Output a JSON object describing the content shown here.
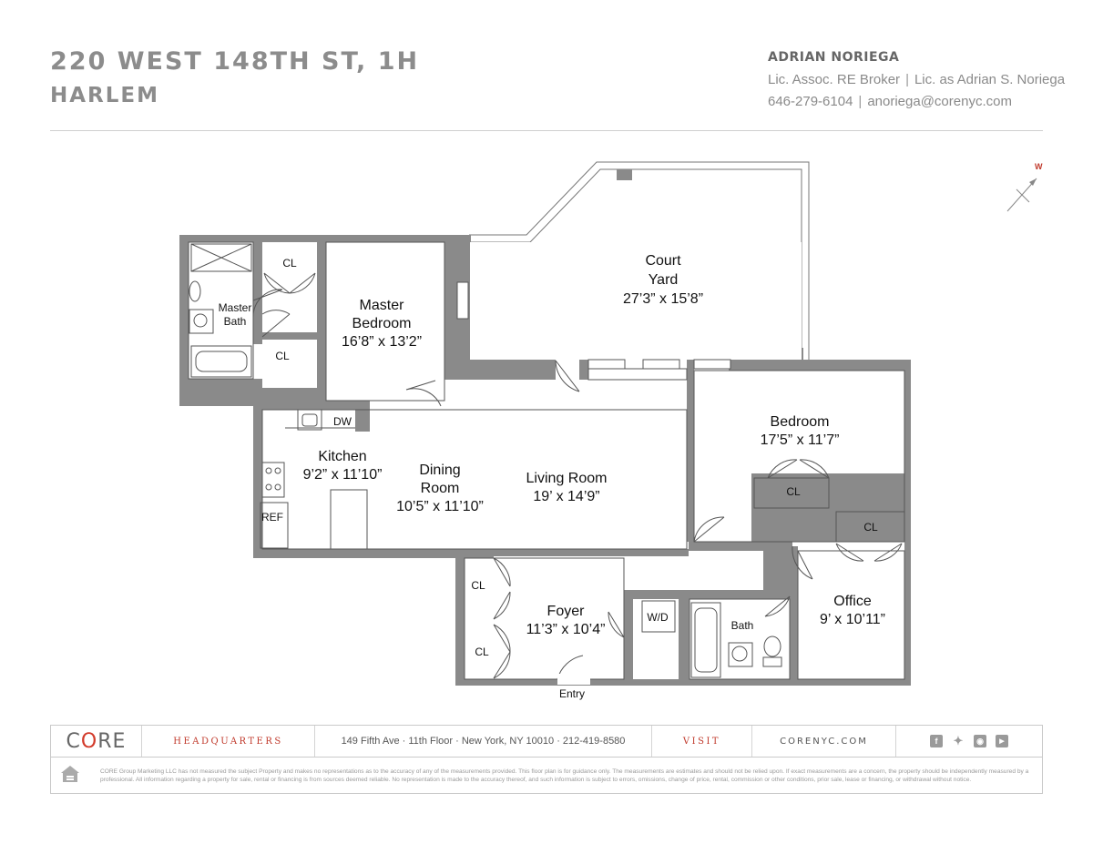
{
  "header": {
    "address": "220 WEST 148TH ST, 1H",
    "neighborhood": "HARLEM",
    "agent_name": "ADRIAN NORIEGA",
    "agent_title": "Lic. Assoc. RE Broker",
    "agent_license": "Lic. as Adrian S. Noriega",
    "agent_phone": "646-279-6104",
    "agent_email": "anoriega@corenyc.com"
  },
  "compass": {
    "label": "W",
    "icon": "compass-arrow-icon"
  },
  "floorplan": {
    "court_yard": {
      "line1": "Court",
      "line2": "Yard",
      "dims": "27’3” x 15’8”"
    },
    "master_bedroom": {
      "line1": "Master",
      "line2": "Bedroom",
      "dims": "16’8” x 13’2”"
    },
    "master_bath": {
      "line1": "Master",
      "line2": "Bath"
    },
    "kitchen": {
      "name": "Kitchen",
      "dims": "9’2” x 11’10”"
    },
    "dining_room": {
      "line1": "Dining",
      "line2": "Room",
      "dims": "10’5” x 11’10”"
    },
    "living_room": {
      "name": "Living Room",
      "dims": "19’ x 14’9”"
    },
    "bedroom": {
      "name": "Bedroom",
      "dims": "17’5” x 11’7”"
    },
    "office": {
      "name": "Office",
      "dims": "9’ x 10’11”"
    },
    "foyer": {
      "name": "Foyer",
      "dims": "11’3” x 10’4”"
    },
    "bath": "Bath",
    "closet": "CL",
    "dishwasher": "DW",
    "refrigerator": "REF",
    "washer_dryer": "W/D",
    "entry": "Entry"
  },
  "footer": {
    "logo_pre": "C",
    "logo_o": "O",
    "logo_post": "RE",
    "hq_label": "HEADQUARTERS",
    "hq_address": "149 Fifth Ave · 11th Floor · New York, NY 10010 · 212-419-8580",
    "visit_label": "VISIT",
    "website": "CORENYC.COM",
    "social_icons": [
      "facebook-icon",
      "twitter-icon",
      "instagram-icon",
      "youtube-icon"
    ],
    "disclaimer": "CORE Group Marketing LLC has not measured the subject Property and makes no representations as to the accuracy of any of the measurements provided. This floor plan is for guidance only. The measurements are estimates and should not be relied upon. If exact measurements are a concern, the property should be independently measured by a professional. All information regarding a property for sale, rental or financing is from sources deemed reliable. No representation is made to the accuracy thereof, and such information is subject to errors, omissions, change of price, rental, commission or other conditions, prior sale, lease or financing, or withdrawal without notice."
  },
  "colors": {
    "wall": "#8a8a8a",
    "accent_red": "#c0392b",
    "header_gray": "#8c8c8c"
  }
}
